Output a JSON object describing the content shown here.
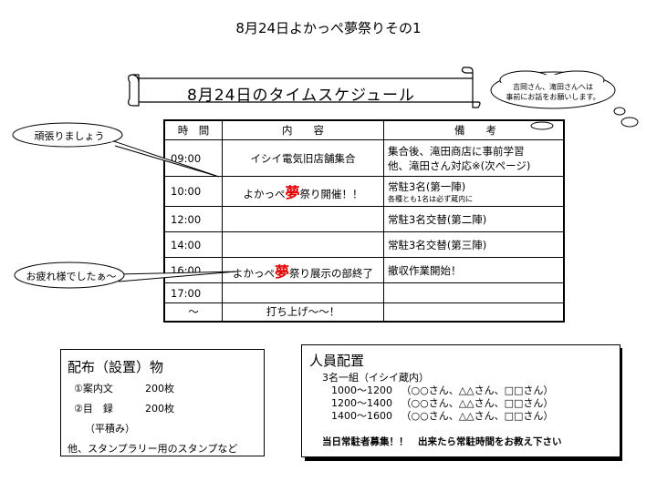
{
  "page": {
    "title": "8月24日よかっぺ夢祭りその1"
  },
  "schedule_heading": "8月24日のタイムスケジュール",
  "cloud_note": {
    "line1": "吉岡さん、滝田さんへは",
    "line2": "事前にお話をお願いします。"
  },
  "bubbles": {
    "ganbari": "頑張りましょう",
    "otsukare": "お疲れ様でしたぁ～"
  },
  "table": {
    "headers": {
      "time": "時　間",
      "content": "内　　容",
      "notes": "備　　考"
    },
    "rows": [
      {
        "time": "09:00",
        "content": "イシイ電気旧店舗集合",
        "note1": "集合後、滝田商店に事前学習",
        "note2": "他、滝田さん対応※(次ページ)"
      },
      {
        "time": "10:00",
        "content_pre": "よかっぺ",
        "content_yume": "夢",
        "content_post": "祭り開催！！",
        "note1": "常駐3名(第一陣)",
        "note2": "各種とも1名は必ず蔵内に"
      },
      {
        "time": "12:00",
        "content": "",
        "note1": "常駐3名交替(第二陣)"
      },
      {
        "time": "14:00",
        "content": "",
        "note1": "常駐3名交替(第三陣)"
      },
      {
        "time": "16:00",
        "content_pre": "よかっぺ",
        "content_yume": "夢",
        "content_post": "祭り展示の部終了",
        "note1": "撤収作業開始！"
      },
      {
        "time": "17:00",
        "content": "",
        "note1": ""
      },
      {
        "time": "～",
        "content": "打ち上げ～～！",
        "note1": ""
      }
    ]
  },
  "distribution": {
    "title": "配布（設置）物",
    "item1_label": "①案内文",
    "item1_qty": "200枚",
    "item2_label": "②目　録",
    "item2_qty": "200枚",
    "item2_sub": "（平積み）",
    "other": "他、スタンプラリー用のスタンプなど"
  },
  "staff": {
    "title": "人員配置",
    "group": "3名一組（イシイ蔵内）",
    "slots": [
      {
        "time": "1000～1200",
        "names": "（○○さん、△△さん、□□さん）"
      },
      {
        "time": "1200～1400",
        "names": "（○○さん、△△さん、□□さん）"
      },
      {
        "time": "1400～1600",
        "names": "（○○さん、△△さん、□□さん）"
      }
    ],
    "recruit": "当日常駐者募集！！　出来たら常駐時間をお教え下さい"
  }
}
